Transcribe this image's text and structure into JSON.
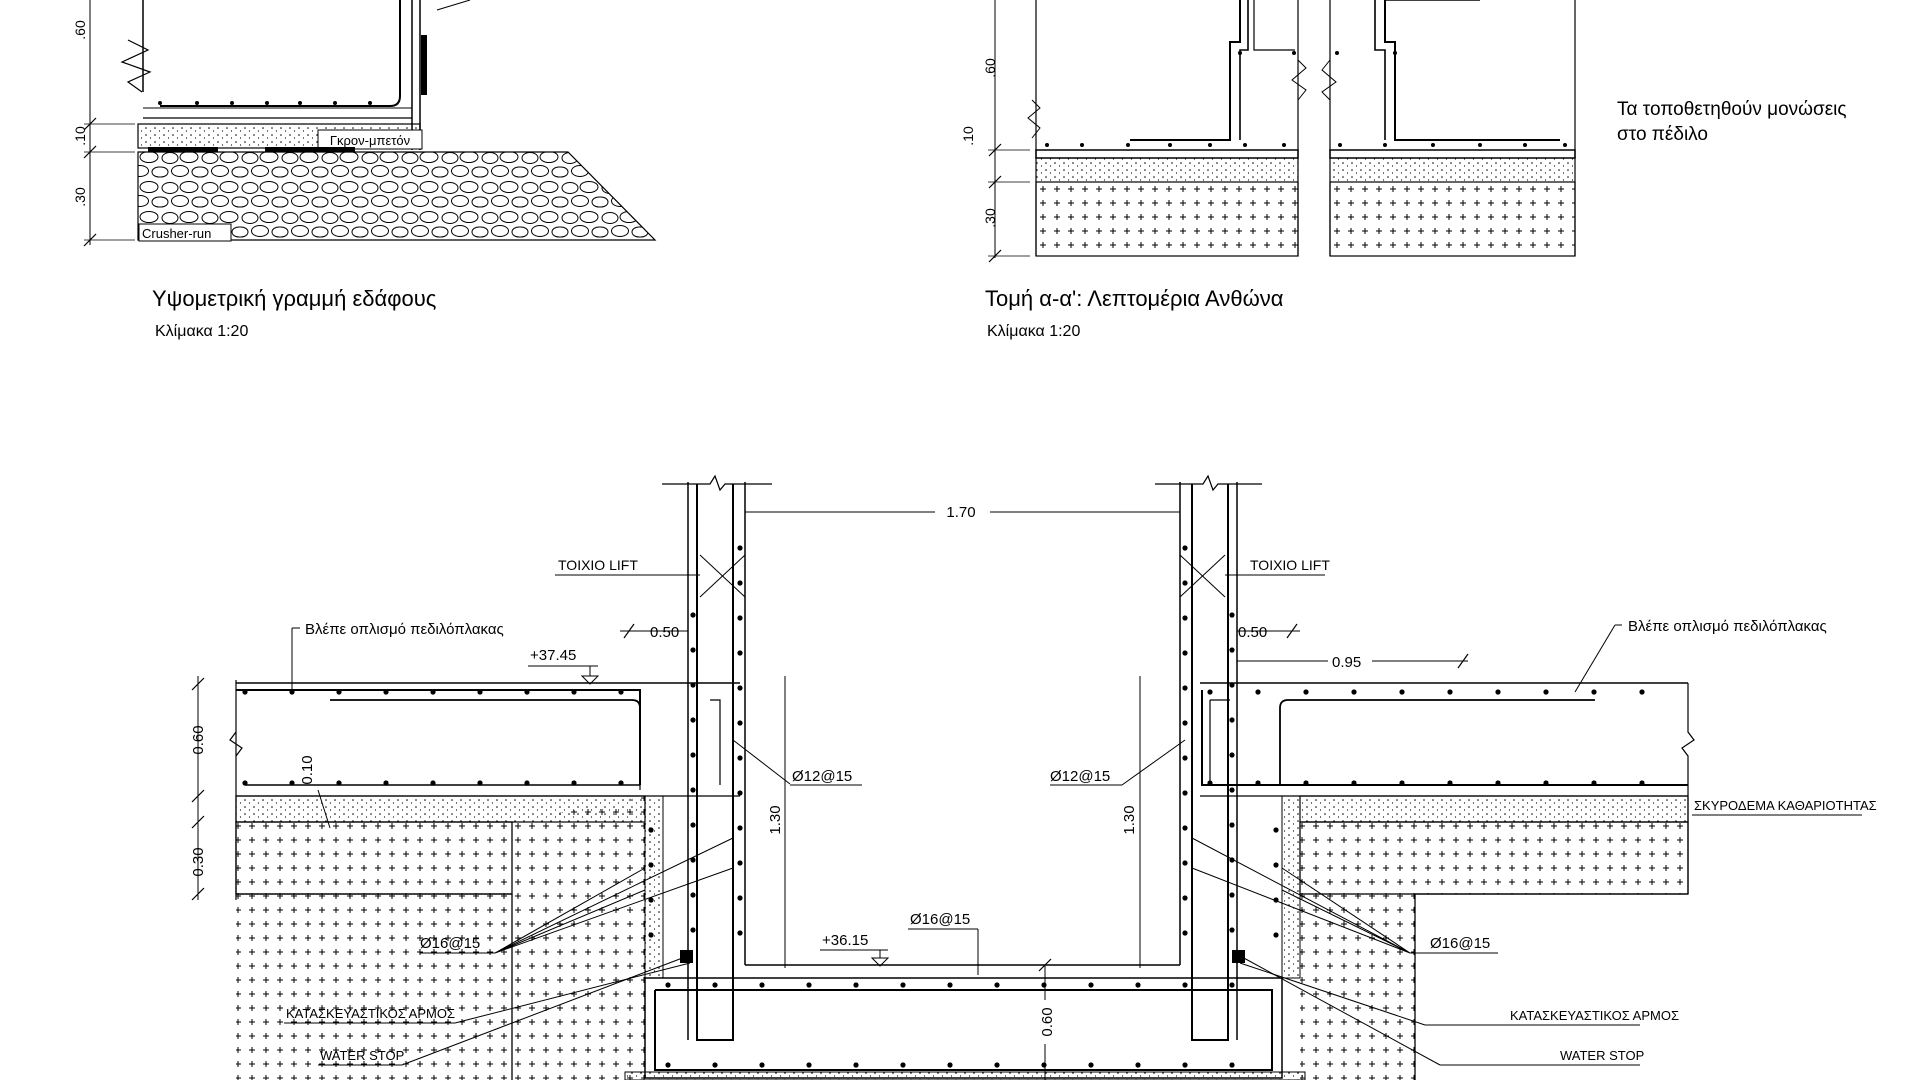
{
  "detail_left": {
    "dim_060": ".60",
    "dim_010": ".10",
    "dim_030": ".30",
    "label_grout": "Γκρον-μπετόν",
    "label_crusher": "Crusher-run",
    "title": "Υψομετρική γραμμή εδάφους",
    "scale": "Κλίμακα 1:20"
  },
  "detail_right": {
    "dim_060": ".60",
    "dim_010": ".10",
    "dim_030": ".30",
    "note_line1": "Τα τοποθετηθούν μονώσεις",
    "note_line2": "στο πέδιλο",
    "title": "Τομή α-α': Λεπτομέρια Ανθώνα",
    "scale": "Κλίμακα 1:20"
  },
  "lift_section": {
    "dim_width": "1.70",
    "wall_left": "ΤΟΙΧΙΟ LIFT",
    "wall_right": "ΤΟΙΧΙΟ LIFT",
    "dim_050_left": "0.50",
    "dim_050_right": "0.50",
    "dim_095": "0.95",
    "see_slab_left": "Βλέπε οπλισμό πεδιλόπλακας",
    "see_slab_right": "Βλέπε οπλισμό πεδιλόπλακας",
    "level_top": "+37.45",
    "level_bottom": "+36.15",
    "dim_060_slab": "0.60",
    "dim_010_lean": "0.10",
    "dim_030_soil": "0.30",
    "dim_130_left": "1.30",
    "dim_130_right": "1.30",
    "dim_060_pit": "0.60",
    "rebar_12_left": "Ø12@15",
    "rebar_12_right": "Ø12@15",
    "rebar_16_left": "Ø16@15",
    "rebar_16_right": "Ø16@15",
    "rebar_16_bottom": "Ø16@15",
    "lean_concrete": "ΣΚΥΡΟΔΕΜΑ ΚΑΘΑΡΙΟΤΗΤΑΣ",
    "joint_left": "ΚΑΤΑΣΚΕΥΑΣΤΙΚΟΣ ΑΡΜΟΣ",
    "joint_right": "ΚΑΤΑΣΚΕΥΑΣΤΙΚΟΣ ΑΡΜΟΣ",
    "waterstop_left": "WATER STOP",
    "waterstop_right": "WATER STOP"
  }
}
